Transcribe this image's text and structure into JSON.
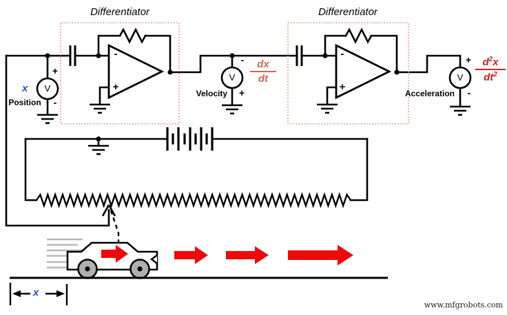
{
  "differentiators": {
    "first_label": "Differentiator",
    "second_label": "Differentiator"
  },
  "opamp1": {
    "inverting_sign": "-",
    "noninverting_sign": "+"
  },
  "opamp2": {
    "inverting_sign": "-",
    "noninverting_sign": "+"
  },
  "meters": {
    "position": {
      "name": "Position",
      "symbol": "V",
      "variable": "x",
      "top_sign": "+",
      "bottom_sign": "-"
    },
    "velocity": {
      "name": "Velocity",
      "symbol": "V",
      "top_sign": "-",
      "bottom_sign": "+",
      "formula": {
        "numerator": "dx",
        "denominator": "dt"
      }
    },
    "acceleration": {
      "name": "Acceleration",
      "symbol": "V",
      "top_sign": "+",
      "bottom_sign": "-",
      "formula": {
        "num_base": "d",
        "num_sup": "2",
        "num_var": "x",
        "den_base": "dt",
        "den_sup": "2"
      }
    }
  },
  "car": {
    "distance_variable": "x"
  },
  "watermark": "www.mfgrobots.com",
  "colors": {
    "wire": "#000000",
    "differentiator_box": "#e0876b",
    "velocity_formula": "#c96a52",
    "acceleration_formula": "#cc2222",
    "variable_blue": "#3050c8",
    "arrow_red": "#ee0a0a",
    "wheel_gray": "#b0b0b0",
    "speed_line_gray": "#b8b8b8"
  }
}
